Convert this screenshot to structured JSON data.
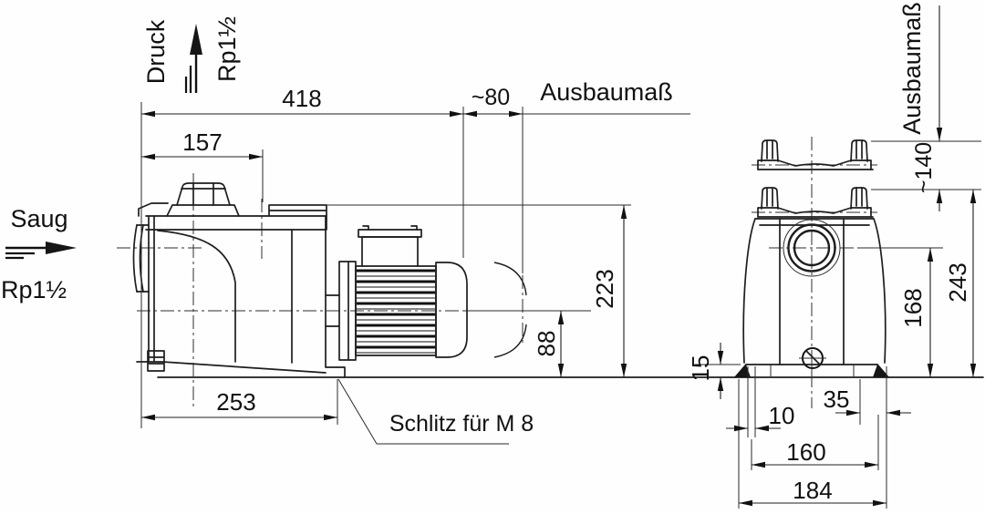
{
  "connections": {
    "discharge": {
      "flow_label": "Druck",
      "thread": "Rp1½"
    },
    "suction": {
      "flow_label": "Saug",
      "thread": "Rp1½"
    }
  },
  "side_view": {
    "removal_label": "Ausbaumaß",
    "slot_note": "Schlitz für M 8",
    "dims": {
      "overall_length": "418",
      "removal_clearance": "~80",
      "discharge_port_offset": "157",
      "overall_height": "223",
      "shaft_center_height": "88",
      "housing_length": "253"
    }
  },
  "front_view": {
    "removal_label": "Ausbaumaß",
    "dims": {
      "removal_height": "~140",
      "overall_height": "243",
      "suction_center_height": "168",
      "foot_height": "15",
      "slot_width": "10",
      "slot_inset": "35",
      "hole_spacing": "160",
      "base_width": "184"
    }
  }
}
